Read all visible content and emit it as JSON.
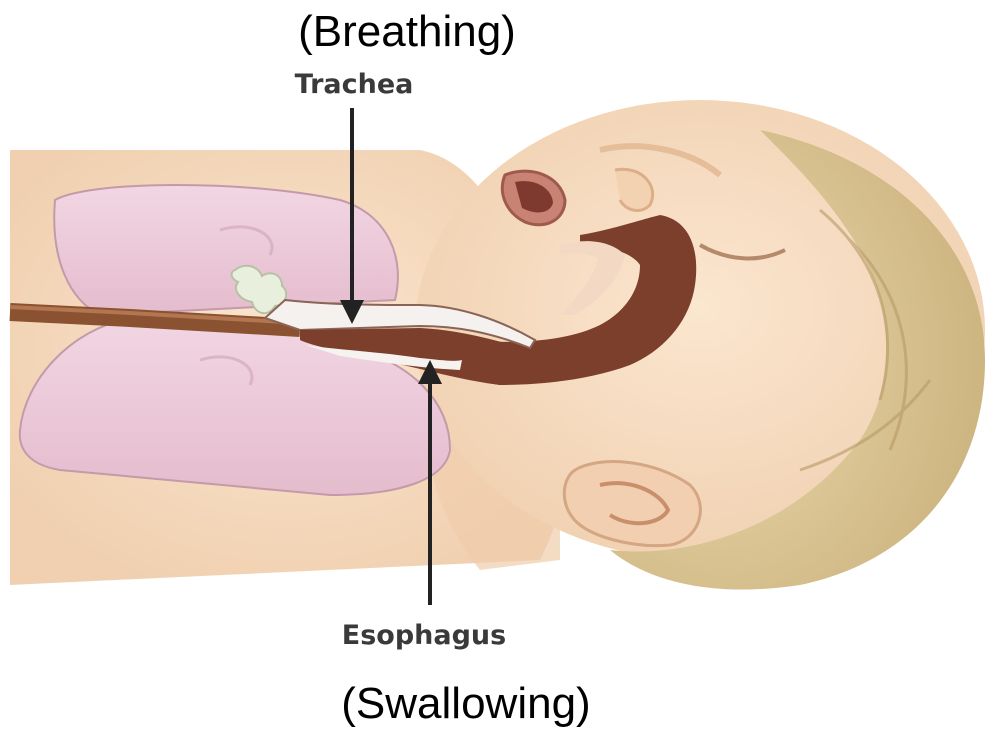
{
  "labels": {
    "top_function": "(Breathing)",
    "top_structure": "Trachea",
    "bottom_structure": "Esophagus",
    "bottom_function": "(Swallowing)"
  },
  "colors": {
    "skin": "#f6dcc0",
    "skin_shadow": "#eac7a4",
    "lung": "#ecc8d8",
    "lung_edge": "#b98aa0",
    "hair": "#d8c393",
    "airway": "#7b3f2c",
    "esophagus_tube": "#8a5230",
    "arrow": "#222222"
  }
}
